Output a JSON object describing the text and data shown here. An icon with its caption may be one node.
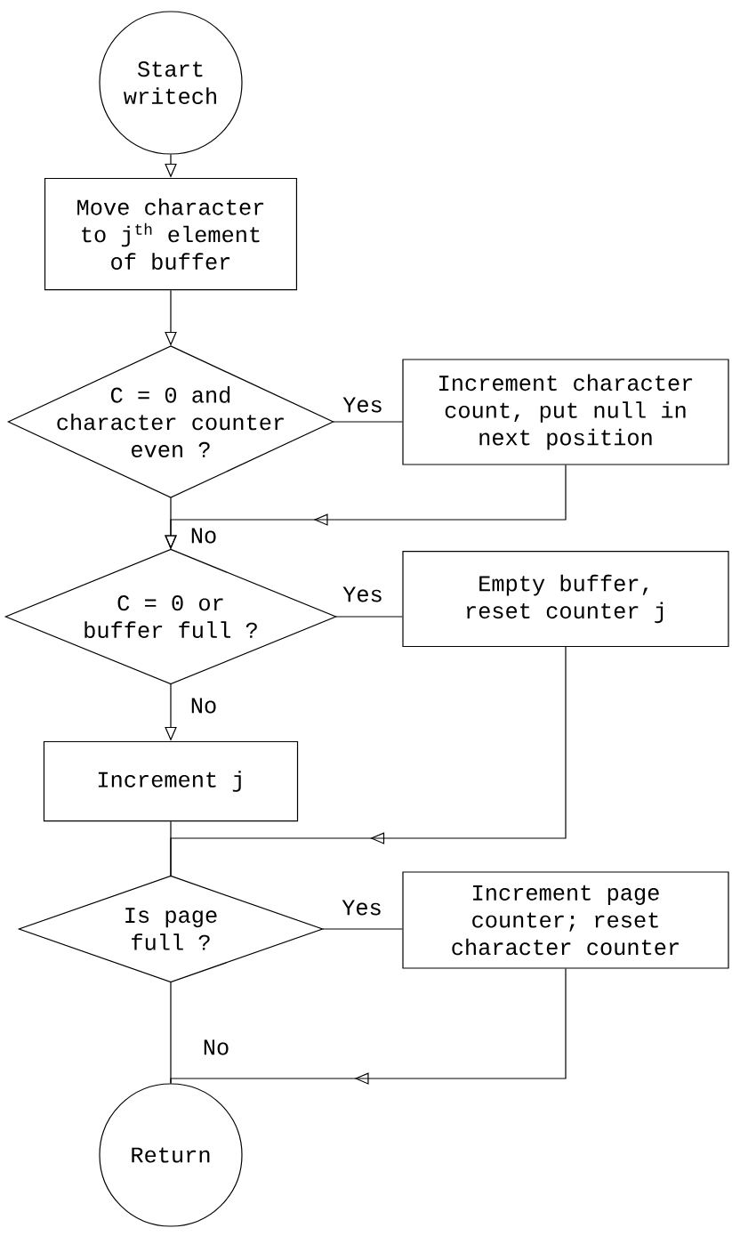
{
  "diagram": {
    "nodes": [
      {
        "text": [
          "Start writech"
        ]
      },
      {
        "text": [
          "Move character to j$^{th}$ element of buffer"
        ]
      },
      {
        "text": [
          "C = 0 and character counter even ?"
        ]
      },
      {
        "text": [
          "Increment character count, put null in next position"
        ]
      },
      {
        "text": [
          "C = 0 or buffer full ?"
        ]
      },
      {
        "text": [
          "Empty buffer, reset counter j"
        ]
      },
      {
        "text": [
          "Increment j"
        ]
      },
      {
        "text": [
          "Is page full ?"
        ]
      },
      {
        "text": [
          "Increment page counter; reset character counter"
        ]
      },
      {
        "text": [
          "Return"
        ]
      }
    ],
    "edges": [
      {
        "from": 0,
        "to": 1,
        "arrow": "to"
      },
      {
        "from": 1,
        "to": 2,
        "arrow": "to"
      },
      {
        "from": 2,
        "to": 3,
        "arrow": "none",
        "label": "Yes"
      },
      {
        "from": 3,
        "to": 4,
        "arrow": "to"
      },
      {
        "from": 2,
        "to": 4,
        "arrow": "to",
        "label": "No"
      },
      {
        "from": 4,
        "to": 5,
        "arrow": "none",
        "label": "Yes"
      },
      {
        "from": 4,
        "to": 6,
        "arrow": "to",
        "label": "No"
      },
      {
        "from": 5,
        "to": 7,
        "arrow": "to"
      },
      {
        "from": 6,
        "to": 7,
        "arrow": "none"
      },
      {
        "from": 7,
        "to": 8,
        "arrow": "none",
        "label": "Yes"
      },
      {
        "from": 7,
        "to": 9,
        "arrow": "none",
        "label": "No"
      },
      {
        "from": 8,
        "to": 9,
        "arrow": "to"
      }
    ]
  }
}
